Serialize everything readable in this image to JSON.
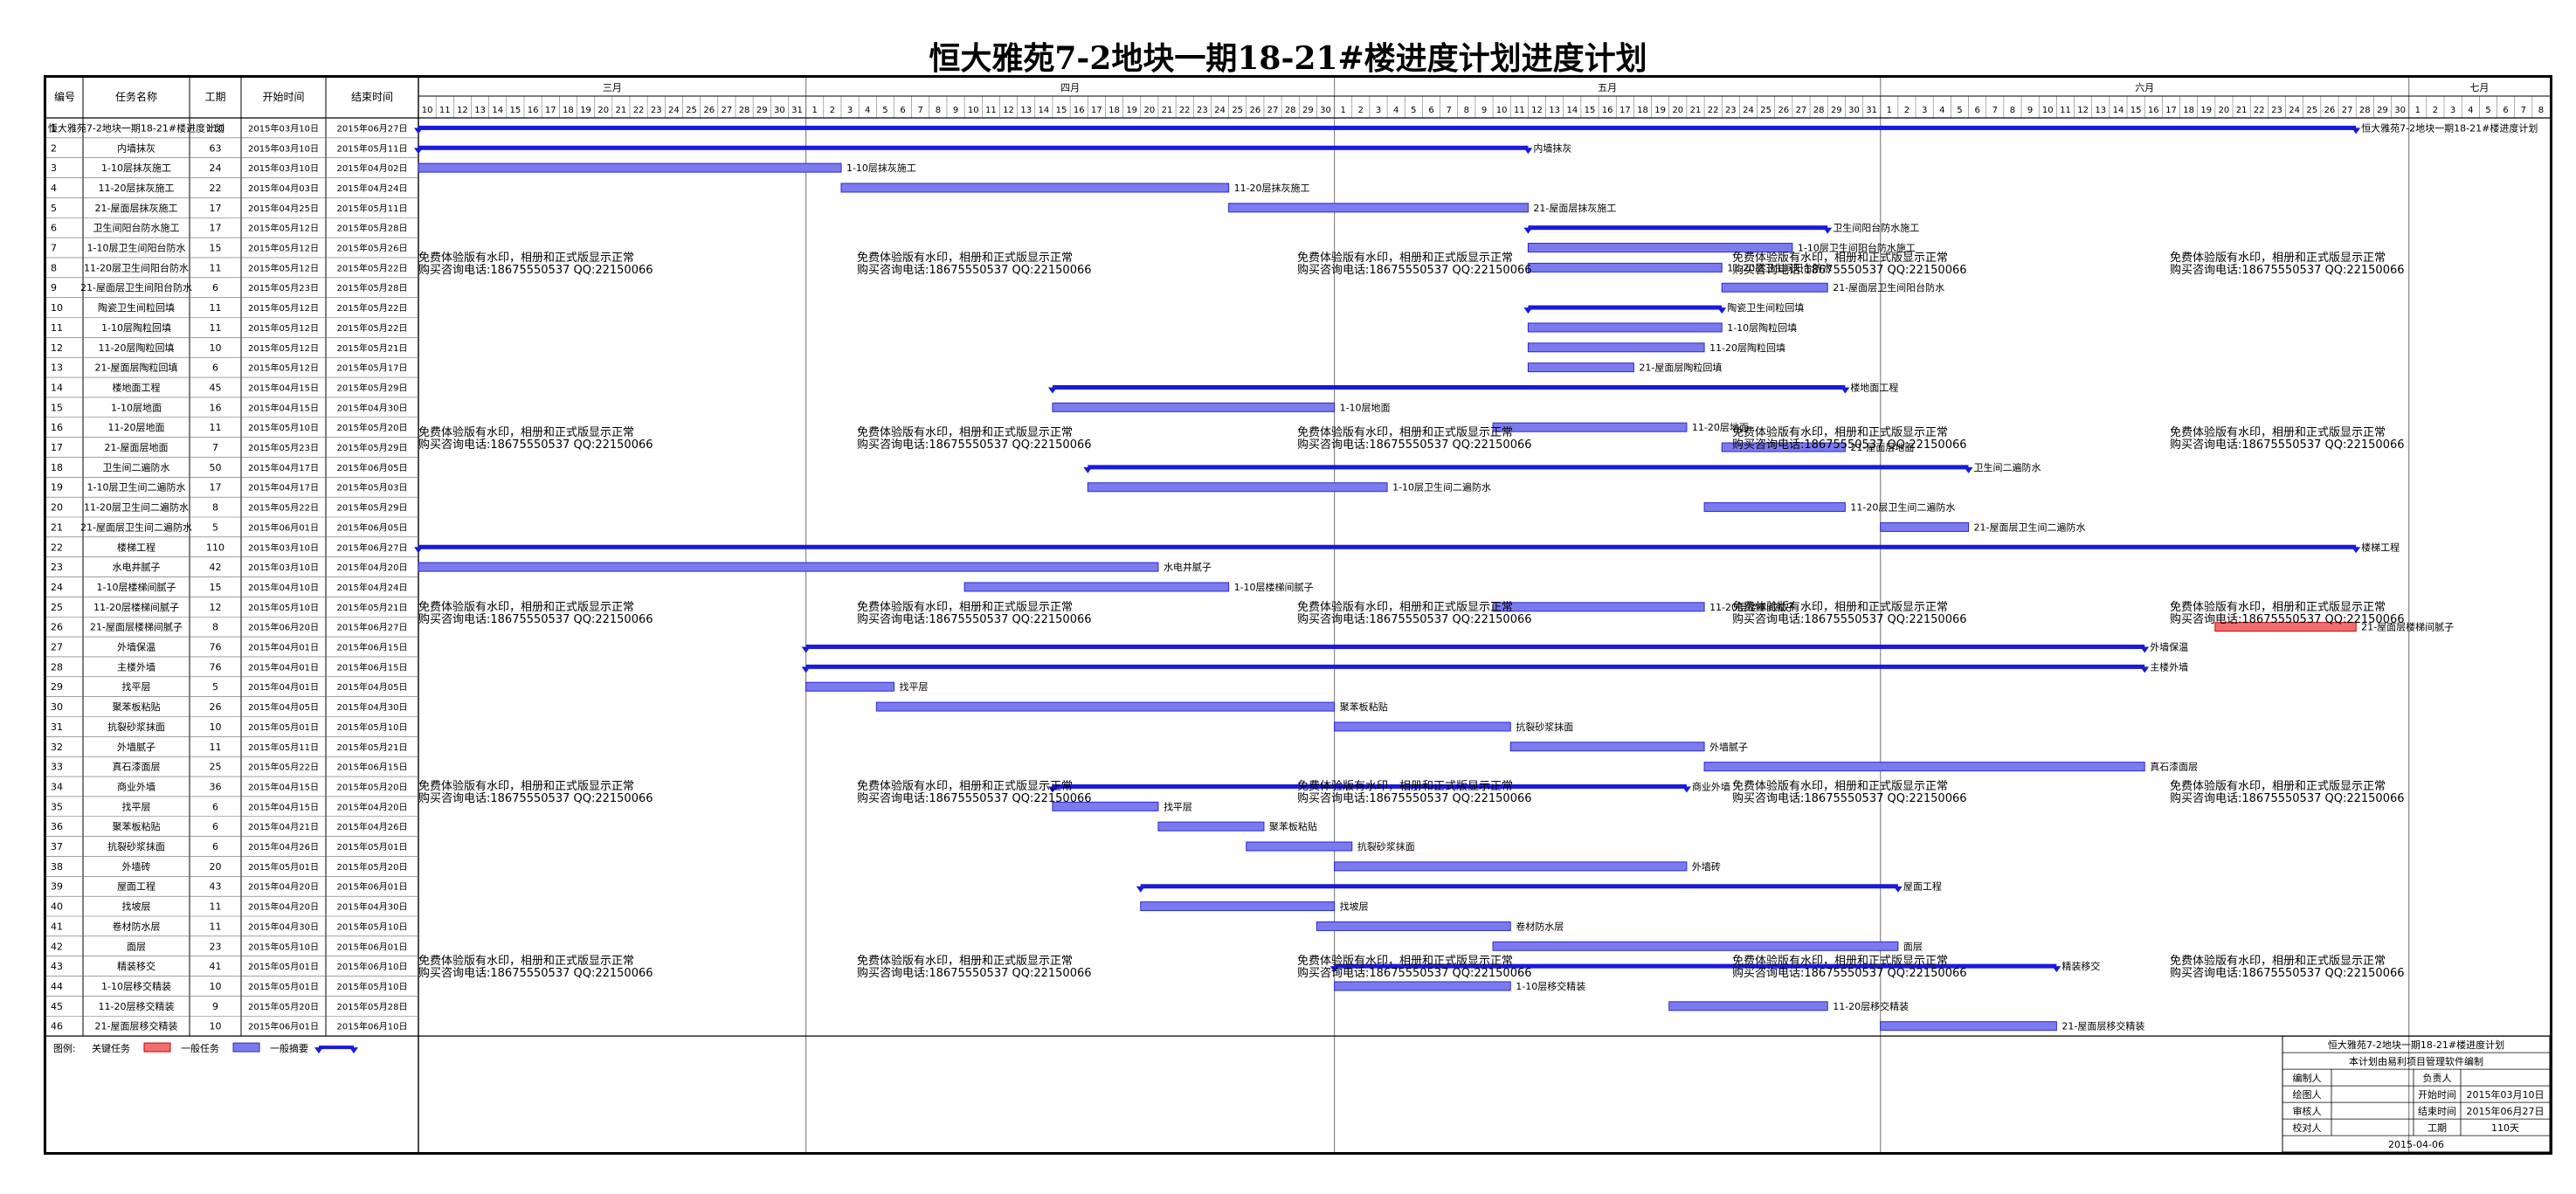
{
  "title": "恒大雅苑7-2地块一期18-21#楼进度计划进度计划",
  "columns": {
    "id": "编号",
    "name": "任务名称",
    "dur": "工期",
    "start": "开始时间",
    "end": "结束时间"
  },
  "timeline": {
    "start": "2015-03-10",
    "months": [
      {
        "label": "三月",
        "first_day": 10,
        "last_day": 31
      },
      {
        "label": "四月",
        "first_day": 1,
        "last_day": 30
      },
      {
        "label": "五月",
        "first_day": 1,
        "last_day": 31
      },
      {
        "label": "六月",
        "first_day": 1,
        "last_day": 30
      },
      {
        "label": "七月",
        "first_day": 1,
        "last_day": 8
      }
    ]
  },
  "legend": {
    "title": "图例:",
    "critical": "关键任务",
    "normal": "一般任务",
    "summary": "一般摘要"
  },
  "watermark": {
    "line1": "免费体验版有水印，相册和正式版显示正常",
    "line2": "购买咨询电话:18675550537 QQ:22150066"
  },
  "info": {
    "title": "恒大雅苑7-2地块一期18-21#楼进度计划",
    "subtitle": "本计划由易利项目管理软件编制",
    "rows": [
      [
        "编制人",
        "",
        "负责人",
        ""
      ],
      [
        "绘图人",
        "",
        "开始时间",
        "2015年03月10日"
      ],
      [
        "审核人",
        "",
        "结束时间",
        "2015年06月27日"
      ],
      [
        "校对人",
        "",
        "工期",
        "110天"
      ]
    ],
    "date": "2015-04-06"
  },
  "colors": {
    "summary": "#1a1adc",
    "normal_fill": "#7b7bef",
    "critical_fill": "#ef6f6f",
    "critical_text": "#e00000",
    "watermark": "#c8a020",
    "grid": "#999999"
  },
  "chart_data": {
    "type": "gantt",
    "x_unit": "date",
    "xlim": [
      "2015-03-10",
      "2015-07-08"
    ],
    "tasks": [
      {
        "id": "1",
        "name": "恒大雅苑7-2地块一期18-21#楼进度计划",
        "dur": "110",
        "start": "2015年03月10日",
        "end": "2015年06月27日",
        "s": "2015-03-10",
        "e": "2015-06-27",
        "kind": "summary",
        "label": "恒大雅苑7-2地块一期18-21#楼进度计划"
      },
      {
        "id": "2",
        "name": "内墙抹灰",
        "dur": "63",
        "start": "2015年03月10日",
        "end": "2015年05月11日",
        "s": "2015-03-10",
        "e": "2015-05-11",
        "kind": "summary",
        "label": "内墙抹灰"
      },
      {
        "id": "3",
        "name": "1-10层抹灰施工",
        "dur": "24",
        "start": "2015年03月10日",
        "end": "2015年04月02日",
        "s": "2015-03-10",
        "e": "2015-04-02",
        "kind": "normal",
        "label": "1-10层抹灰施工"
      },
      {
        "id": "4",
        "name": "11-20层抹灰施工",
        "dur": "22",
        "start": "2015年04月03日",
        "end": "2015年04月24日",
        "s": "2015-04-03",
        "e": "2015-04-24",
        "kind": "normal",
        "label": "11-20层抹灰施工"
      },
      {
        "id": "5",
        "name": "21-屋面层抹灰施工",
        "dur": "17",
        "start": "2015年04月25日",
        "end": "2015年05月11日",
        "s": "2015-04-25",
        "e": "2015-05-11",
        "kind": "normal",
        "label": "21-屋面层抹灰施工"
      },
      {
        "id": "6",
        "name": "卫生间阳台防水施工",
        "dur": "17",
        "start": "2015年05月12日",
        "end": "2015年05月28日",
        "s": "2015-05-12",
        "e": "2015-05-28",
        "kind": "summary",
        "label": "卫生间阳台防水施工"
      },
      {
        "id": "7",
        "name": "1-10层卫生间阳台防水",
        "dur": "15",
        "start": "2015年05月12日",
        "end": "2015年05月26日",
        "s": "2015-05-12",
        "e": "2015-05-26",
        "kind": "normal",
        "label": "1-10层卫生间阳台防水施工"
      },
      {
        "id": "8",
        "name": "11-20层卫生间阳台防水",
        "dur": "11",
        "start": "2015年05月12日",
        "end": "2015年05月22日",
        "s": "2015-05-12",
        "e": "2015-05-22",
        "kind": "normal",
        "label": "11-20层卫生间阳台防水"
      },
      {
        "id": "9",
        "name": "21-屋面层卫生间阳台防水",
        "dur": "6",
        "start": "2015年05月23日",
        "end": "2015年05月28日",
        "s": "2015-05-23",
        "e": "2015-05-28",
        "kind": "normal",
        "label": "21-屋面层卫生间阳台防水"
      },
      {
        "id": "10",
        "name": "陶瓷卫生间粒回填",
        "dur": "11",
        "start": "2015年05月12日",
        "end": "2015年05月22日",
        "s": "2015-05-12",
        "e": "2015-05-22",
        "kind": "summary",
        "label": "陶瓷卫生间粒回填"
      },
      {
        "id": "11",
        "name": "1-10层陶粒回填",
        "dur": "11",
        "start": "2015年05月12日",
        "end": "2015年05月22日",
        "s": "2015-05-12",
        "e": "2015-05-22",
        "kind": "normal",
        "label": "1-10层陶粒回填"
      },
      {
        "id": "12",
        "name": "11-20层陶粒回填",
        "dur": "10",
        "start": "2015年05月12日",
        "end": "2015年05月21日",
        "s": "2015-05-12",
        "e": "2015-05-21",
        "kind": "normal",
        "label": "11-20层陶粒回填"
      },
      {
        "id": "13",
        "name": "21-屋面层陶粒回填",
        "dur": "6",
        "start": "2015年05月12日",
        "end": "2015年05月17日",
        "s": "2015-05-12",
        "e": "2015-05-17",
        "kind": "normal",
        "label": "21-屋面层陶粒回填"
      },
      {
        "id": "14",
        "name": "楼地面工程",
        "dur": "45",
        "start": "2015年04月15日",
        "end": "2015年05月29日",
        "s": "2015-04-15",
        "e": "2015-05-29",
        "kind": "summary",
        "label": "楼地面工程"
      },
      {
        "id": "15",
        "name": "1-10层地面",
        "dur": "16",
        "start": "2015年04月15日",
        "end": "2015年04月30日",
        "s": "2015-04-15",
        "e": "2015-04-30",
        "kind": "normal",
        "label": "1-10层地面"
      },
      {
        "id": "16",
        "name": "11-20层地面",
        "dur": "11",
        "start": "2015年05月10日",
        "end": "2015年05月20日",
        "s": "2015-05-10",
        "e": "2015-05-20",
        "kind": "normal",
        "label": "11-20层地面"
      },
      {
        "id": "17",
        "name": "21-屋面层地面",
        "dur": "7",
        "start": "2015年05月23日",
        "end": "2015年05月29日",
        "s": "2015-05-23",
        "e": "2015-05-29",
        "kind": "normal",
        "label": "21-屋面层地面"
      },
      {
        "id": "18",
        "name": "卫生间二遍防水",
        "dur": "50",
        "start": "2015年04月17日",
        "end": "2015年06月05日",
        "s": "2015-04-17",
        "e": "2015-06-05",
        "kind": "summary",
        "label": "卫生间二遍防水"
      },
      {
        "id": "19",
        "name": "1-10层卫生间二遍防水",
        "dur": "17",
        "start": "2015年04月17日",
        "end": "2015年05月03日",
        "s": "2015-04-17",
        "e": "2015-05-03",
        "kind": "normal",
        "label": "1-10层卫生间二遍防水"
      },
      {
        "id": "20",
        "name": "11-20层卫生间二遍防水",
        "dur": "8",
        "start": "2015年05月22日",
        "end": "2015年05月29日",
        "s": "2015-05-22",
        "e": "2015-05-29",
        "kind": "normal",
        "label": "11-20层卫生间二遍防水"
      },
      {
        "id": "21",
        "name": "21-屋面层卫生间二遍防水",
        "dur": "5",
        "start": "2015年06月01日",
        "end": "2015年06月05日",
        "s": "2015-06-01",
        "e": "2015-06-05",
        "kind": "normal",
        "label": "21-屋面层卫生间二遍防水"
      },
      {
        "id": "22",
        "name": "楼梯工程",
        "dur": "110",
        "start": "2015年03月10日",
        "end": "2015年06月27日",
        "s": "2015-03-10",
        "e": "2015-06-27",
        "kind": "summary",
        "label": "楼梯工程"
      },
      {
        "id": "23",
        "name": "水电井腻子",
        "dur": "42",
        "start": "2015年03月10日",
        "end": "2015年04月20日",
        "s": "2015-03-10",
        "e": "2015-04-20",
        "kind": "normal",
        "label": "水电井腻子"
      },
      {
        "id": "24",
        "name": "1-10层楼梯间腻子",
        "dur": "15",
        "start": "2015年04月10日",
        "end": "2015年04月24日",
        "s": "2015-04-10",
        "e": "2015-04-24",
        "kind": "normal",
        "label": "1-10层楼梯间腻子"
      },
      {
        "id": "25",
        "name": "11-20层楼梯间腻子",
        "dur": "12",
        "start": "2015年05月10日",
        "end": "2015年05月21日",
        "s": "2015-05-10",
        "e": "2015-05-21",
        "kind": "normal",
        "label": "11-20层楼梯间腻子"
      },
      {
        "id": "26",
        "name": "21-屋面层楼梯间腻子",
        "dur": "8",
        "start": "2015年06月20日",
        "end": "2015年06月27日",
        "s": "2015-06-20",
        "e": "2015-06-27",
        "kind": "critical",
        "label": "21-屋面层楼梯间腻子"
      },
      {
        "id": "27",
        "name": "外墙保温",
        "dur": "76",
        "start": "2015年04月01日",
        "end": "2015年06月15日",
        "s": "2015-04-01",
        "e": "2015-06-15",
        "kind": "summary",
        "label": "外墙保温"
      },
      {
        "id": "28",
        "name": "主楼外墙",
        "dur": "76",
        "start": "2015年04月01日",
        "end": "2015年06月15日",
        "s": "2015-04-01",
        "e": "2015-06-15",
        "kind": "summary",
        "label": "主楼外墙"
      },
      {
        "id": "29",
        "name": "找平层",
        "dur": "5",
        "start": "2015年04月01日",
        "end": "2015年04月05日",
        "s": "2015-04-01",
        "e": "2015-04-05",
        "kind": "normal",
        "label": "找平层"
      },
      {
        "id": "30",
        "name": "聚苯板粘贴",
        "dur": "26",
        "start": "2015年04月05日",
        "end": "2015年04月30日",
        "s": "2015-04-05",
        "e": "2015-04-30",
        "kind": "normal",
        "label": "聚苯板粘贴"
      },
      {
        "id": "31",
        "name": "抗裂砂浆抹面",
        "dur": "10",
        "start": "2015年05月01日",
        "end": "2015年05月10日",
        "s": "2015-05-01",
        "e": "2015-05-10",
        "kind": "normal",
        "label": "抗裂砂浆抹面"
      },
      {
        "id": "32",
        "name": "外墙腻子",
        "dur": "11",
        "start": "2015年05月11日",
        "end": "2015年05月21日",
        "s": "2015-05-11",
        "e": "2015-05-21",
        "kind": "normal",
        "label": "外墙腻子"
      },
      {
        "id": "33",
        "name": "真石漆面层",
        "dur": "25",
        "start": "2015年05月22日",
        "end": "2015年06月15日",
        "s": "2015-05-22",
        "e": "2015-06-15",
        "kind": "normal",
        "label": "真石漆面层"
      },
      {
        "id": "34",
        "name": "商业外墙",
        "dur": "36",
        "start": "2015年04月15日",
        "end": "2015年05月20日",
        "s": "2015-04-15",
        "e": "2015-05-20",
        "kind": "summary",
        "label": "商业外墙"
      },
      {
        "id": "35",
        "name": "找平层",
        "dur": "6",
        "start": "2015年04月15日",
        "end": "2015年04月20日",
        "s": "2015-04-15",
        "e": "2015-04-20",
        "kind": "normal",
        "label": "找平层"
      },
      {
        "id": "36",
        "name": "聚苯板粘贴",
        "dur": "6",
        "start": "2015年04月21日",
        "end": "2015年04月26日",
        "s": "2015-04-21",
        "e": "2015-04-26",
        "kind": "normal",
        "label": "聚苯板粘贴"
      },
      {
        "id": "37",
        "name": "抗裂砂浆抹面",
        "dur": "6",
        "start": "2015年04月26日",
        "end": "2015年05月01日",
        "s": "2015-04-26",
        "e": "2015-05-01",
        "kind": "normal",
        "label": "抗裂砂浆抹面"
      },
      {
        "id": "38",
        "name": "外墙砖",
        "dur": "20",
        "start": "2015年05月01日",
        "end": "2015年05月20日",
        "s": "2015-05-01",
        "e": "2015-05-20",
        "kind": "normal",
        "label": "外墙砖"
      },
      {
        "id": "39",
        "name": "屋面工程",
        "dur": "43",
        "start": "2015年04月20日",
        "end": "2015年06月01日",
        "s": "2015-04-20",
        "e": "2015-06-01",
        "kind": "summary",
        "label": "屋面工程"
      },
      {
        "id": "40",
        "name": "找坡层",
        "dur": "11",
        "start": "2015年04月20日",
        "end": "2015年04月30日",
        "s": "2015-04-20",
        "e": "2015-04-30",
        "kind": "normal",
        "label": "找坡层"
      },
      {
        "id": "41",
        "name": "卷材防水层",
        "dur": "11",
        "start": "2015年04月30日",
        "end": "2015年05月10日",
        "s": "2015-04-30",
        "e": "2015-05-10",
        "kind": "normal",
        "label": "卷材防水层"
      },
      {
        "id": "42",
        "name": "面层",
        "dur": "23",
        "start": "2015年05月10日",
        "end": "2015年06月01日",
        "s": "2015-05-10",
        "e": "2015-06-01",
        "kind": "normal",
        "label": "面层"
      },
      {
        "id": "43",
        "name": "精装移交",
        "dur": "41",
        "start": "2015年05月01日",
        "end": "2015年06月10日",
        "s": "2015-05-01",
        "e": "2015-06-10",
        "kind": "summary",
        "label": "精装移交"
      },
      {
        "id": "44",
        "name": "1-10层移交精装",
        "dur": "10",
        "start": "2015年05月01日",
        "end": "2015年05月10日",
        "s": "2015-05-01",
        "e": "2015-05-10",
        "kind": "normal",
        "label": "1-10层移交精装"
      },
      {
        "id": "45",
        "name": "11-20层移交精装",
        "dur": "9",
        "start": "2015年05月20日",
        "end": "2015年05月28日",
        "s": "2015-05-20",
        "e": "2015-05-28",
        "kind": "normal",
        "label": "11-20层移交精装"
      },
      {
        "id": "46",
        "name": "21-屋面层移交精装",
        "dur": "10",
        "start": "2015年06月01日",
        "end": "2015年06月10日",
        "s": "2015-06-01",
        "e": "2015-06-10",
        "kind": "normal",
        "label": "21-屋面层移交精装"
      }
    ]
  }
}
